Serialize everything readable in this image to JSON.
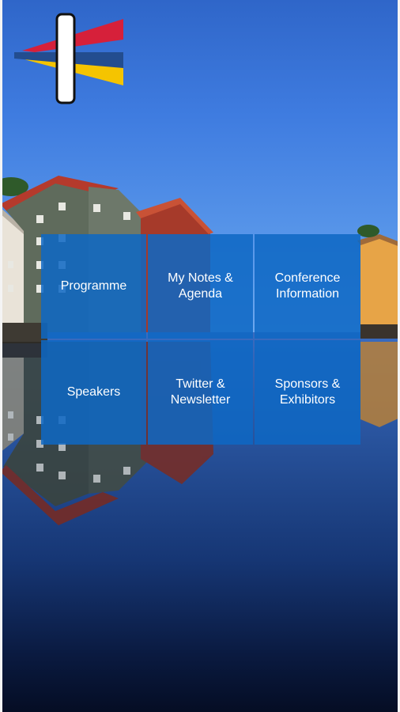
{
  "app": {
    "logo_icon": "conference-flag-logo-icon"
  },
  "menu": {
    "tiles": [
      {
        "label": "Programme"
      },
      {
        "label": "My Notes &\nAgenda"
      },
      {
        "label": "Conference\nInformation"
      },
      {
        "label": "Speakers"
      },
      {
        "label": "Twitter &\nNewsletter"
      },
      {
        "label": "Sponsors &\nExhibitors"
      }
    ]
  },
  "colors": {
    "tile_background": "#0e68c4",
    "tile_text": "#ffffff",
    "logo_red": "#d6203a",
    "logo_blue": "#234d8f",
    "logo_yellow": "#f5c400"
  }
}
